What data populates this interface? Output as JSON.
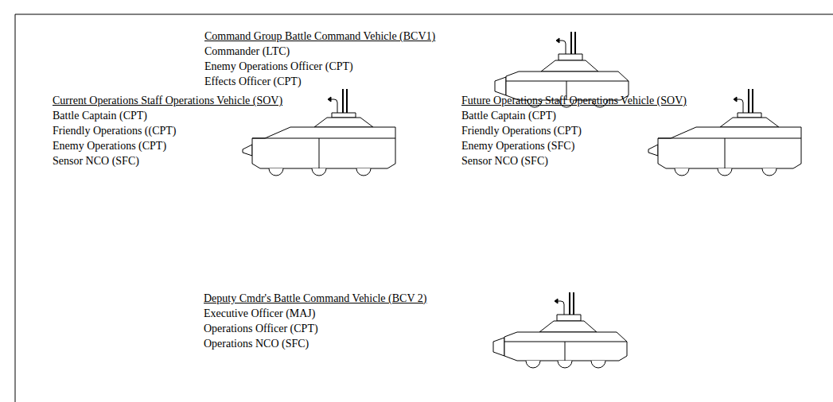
{
  "diagram": {
    "labels": [
      "Command Group Battle Command Vehicle (BCV1)",
      "Commander (LTC)",
      "Enemy Operations Officer (CPT)",
      "Effects Officer (CPT)",
      "Current Operations Staff Operations Vehicle (SOV)",
      "Battle Captain (CPT)",
      "Friendly Operations ((CPT)",
      "Enemy Operations (CPT)",
      "Sensor NCO (SFC)",
      "Future Operations Staff Operations Vehicle (SOV)",
      "Battle Captain (CPT)",
      "Friendly Operations (CPT)",
      "Enemy Operations (SFC)",
      "Sensor NCO (SFC)",
      "Deputy Cmdr's Battle Command Vehicle (BCV 2)",
      "Executive Officer (MAJ)",
      "Operations Officer (CPT)",
      "Operations NCO (SFC)"
    ]
  }
}
